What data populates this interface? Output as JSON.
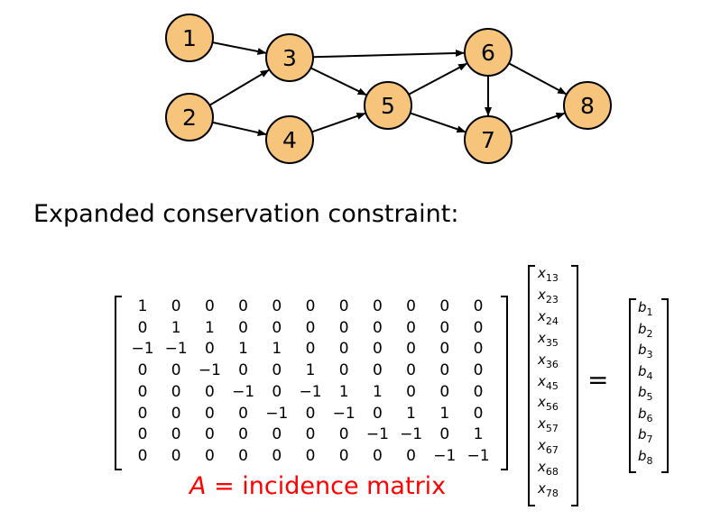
{
  "graph": {
    "node_fill": "#F7C47C",
    "nodes": [
      {
        "id": "1",
        "label": "1"
      },
      {
        "id": "2",
        "label": "2"
      },
      {
        "id": "3",
        "label": "3"
      },
      {
        "id": "4",
        "label": "4"
      },
      {
        "id": "5",
        "label": "5"
      },
      {
        "id": "6",
        "label": "6"
      },
      {
        "id": "7",
        "label": "7"
      },
      {
        "id": "8",
        "label": "8"
      }
    ],
    "edges": [
      [
        "1",
        "3"
      ],
      [
        "2",
        "3"
      ],
      [
        "2",
        "4"
      ],
      [
        "3",
        "5"
      ],
      [
        "3",
        "6"
      ],
      [
        "4",
        "5"
      ],
      [
        "5",
        "6"
      ],
      [
        "5",
        "7"
      ],
      [
        "6",
        "7"
      ],
      [
        "6",
        "8"
      ],
      [
        "7",
        "8"
      ]
    ]
  },
  "heading": "Expanded conservation constraint:",
  "matrix": [
    [
      "1",
      "0",
      "0",
      "0",
      "0",
      "0",
      "0",
      "0",
      "0",
      "0",
      "0"
    ],
    [
      "0",
      "1",
      "1",
      "0",
      "0",
      "0",
      "0",
      "0",
      "0",
      "0",
      "0"
    ],
    [
      "−1",
      "−1",
      "0",
      "1",
      "1",
      "0",
      "0",
      "0",
      "0",
      "0",
      "0"
    ],
    [
      "0",
      "0",
      "−1",
      "0",
      "0",
      "1",
      "0",
      "0",
      "0",
      "0",
      "0"
    ],
    [
      "0",
      "0",
      "0",
      "−1",
      "0",
      "−1",
      "1",
      "1",
      "0",
      "0",
      "0"
    ],
    [
      "0",
      "0",
      "0",
      "0",
      "−1",
      "0",
      "−1",
      "0",
      "1",
      "1",
      "0"
    ],
    [
      "0",
      "0",
      "0",
      "0",
      "0",
      "0",
      "0",
      "−1",
      "−1",
      "0",
      "1"
    ],
    [
      "0",
      "0",
      "0",
      "0",
      "0",
      "0",
      "0",
      "0",
      "0",
      "−1",
      "−1"
    ]
  ],
  "x_vector": [
    {
      "var": "x",
      "sub": "13"
    },
    {
      "var": "x",
      "sub": "23"
    },
    {
      "var": "x",
      "sub": "24"
    },
    {
      "var": "x",
      "sub": "35"
    },
    {
      "var": "x",
      "sub": "36"
    },
    {
      "var": "x",
      "sub": "45"
    },
    {
      "var": "x",
      "sub": "56"
    },
    {
      "var": "x",
      "sub": "57"
    },
    {
      "var": "x",
      "sub": "67"
    },
    {
      "var": "x",
      "sub": "68"
    },
    {
      "var": "x",
      "sub": "78"
    }
  ],
  "equals": "=",
  "b_vector": [
    {
      "var": "b",
      "sub": "1"
    },
    {
      "var": "b",
      "sub": "2"
    },
    {
      "var": "b",
      "sub": "3"
    },
    {
      "var": "b",
      "sub": "4"
    },
    {
      "var": "b",
      "sub": "5"
    },
    {
      "var": "b",
      "sub": "6"
    },
    {
      "var": "b",
      "sub": "7"
    },
    {
      "var": "b",
      "sub": "8"
    }
  ],
  "caption": {
    "var": "A",
    "rest": " = incidence matrix",
    "color": "#ff0000"
  }
}
